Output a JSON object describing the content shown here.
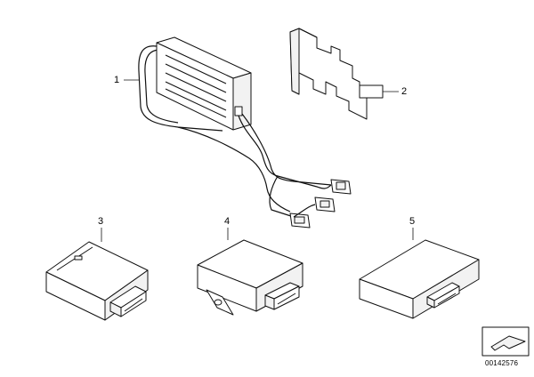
{
  "callouts": {
    "part_1": "1",
    "part_2": "2",
    "part_3": "3",
    "part_4": "4",
    "part_5": "5"
  },
  "document_number": "00142576",
  "icons": {
    "navigation": "page-arrow-icon"
  },
  "colors": {
    "line": "#111111",
    "background": "#ffffff"
  }
}
